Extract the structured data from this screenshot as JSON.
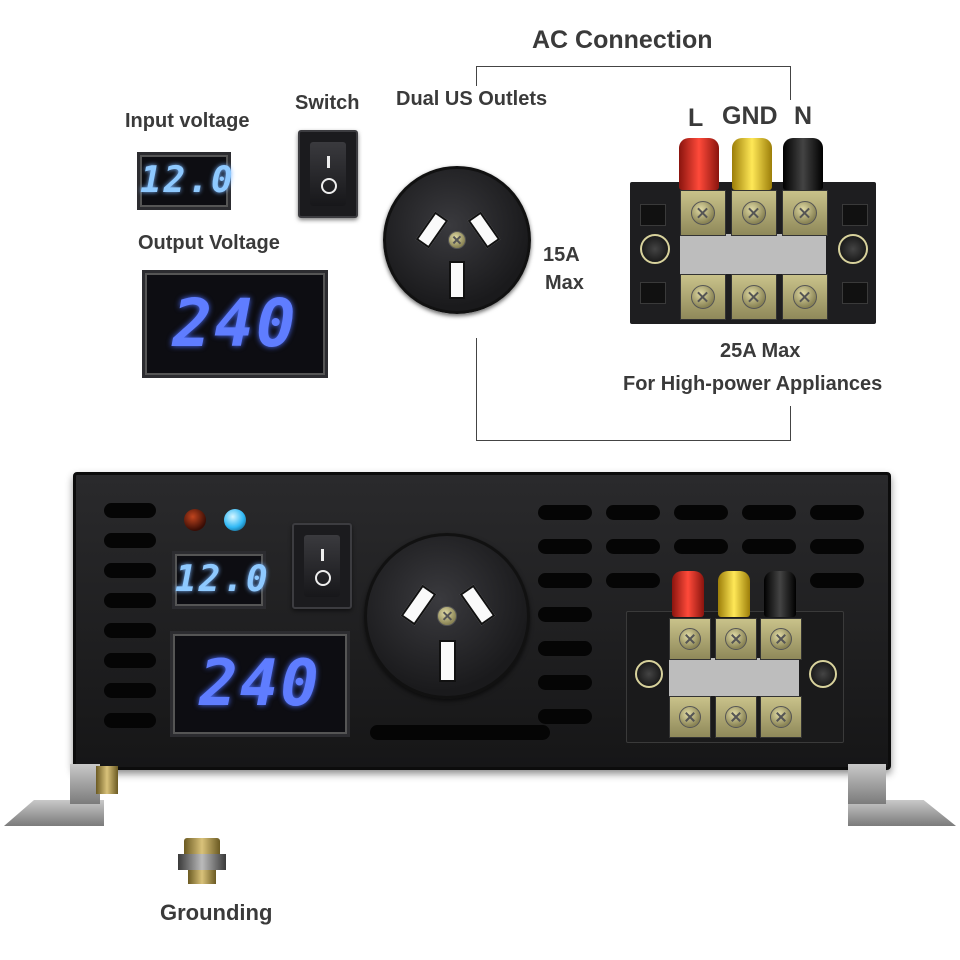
{
  "title": "AC Connection",
  "labels": {
    "input_voltage": "Input voltage",
    "switch": "Switch",
    "output_voltage": "Output Voltage",
    "dual_us_outlets": "Dual US Outlets",
    "outlet_rating_1": "15A",
    "outlet_rating_2": "Max",
    "terminal_l": "L",
    "terminal_gnd": "GND",
    "terminal_n": "N",
    "terminal_rating": "25A Max",
    "terminal_note": "For High-power Appliances",
    "grounding": "Grounding"
  },
  "readouts": {
    "input_voltage": "12.0",
    "output_voltage": "240"
  },
  "colors": {
    "display_digits": "#5f7dff",
    "plug_l": "#e0312a",
    "plug_gnd": "#f2d12b",
    "plug_n": "#151515",
    "led_power": "#5a1a10",
    "led_status": "#32c6ff"
  },
  "icons": [
    "rocker-switch-icon",
    "au-outlet-icon",
    "terminal-block-icon",
    "grounding-stud-icon"
  ]
}
